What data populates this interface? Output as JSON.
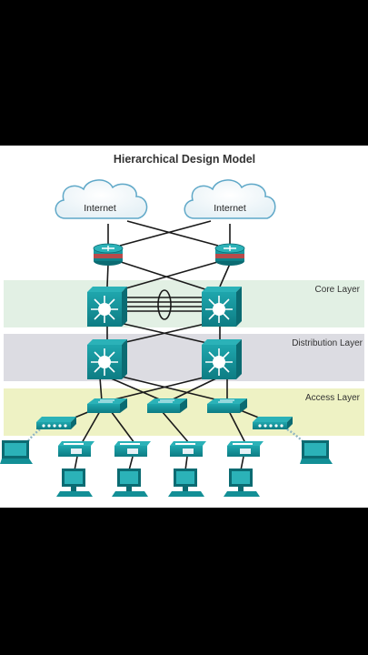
{
  "diagram": {
    "title": "Hierarchical Design Model",
    "internet_labels": [
      "Internet",
      "Internet"
    ],
    "layers": [
      {
        "name": "Core Layer",
        "color": "#e2f0e4"
      },
      {
        "name": "Distribution Layer",
        "color": "#dcdce2"
      },
      {
        "name": "Access Layer",
        "color": "#eef2c4"
      }
    ],
    "colors": {
      "device": "#138f96",
      "device_dark": "#0b6b72",
      "router_band": "#b84a4a",
      "link": "#1a1a1a",
      "cloud_stroke": "#5fa8c8"
    },
    "icons": {
      "cloud": "cloud-icon",
      "router": "router-icon",
      "multilayer_switch": "multilayer-switch-icon",
      "workgroup_switch": "switch-icon",
      "wireless_ap": "access-point-icon",
      "laptop": "laptop-icon",
      "ip_phone": "ip-phone-icon",
      "pc": "pc-icon"
    }
  }
}
